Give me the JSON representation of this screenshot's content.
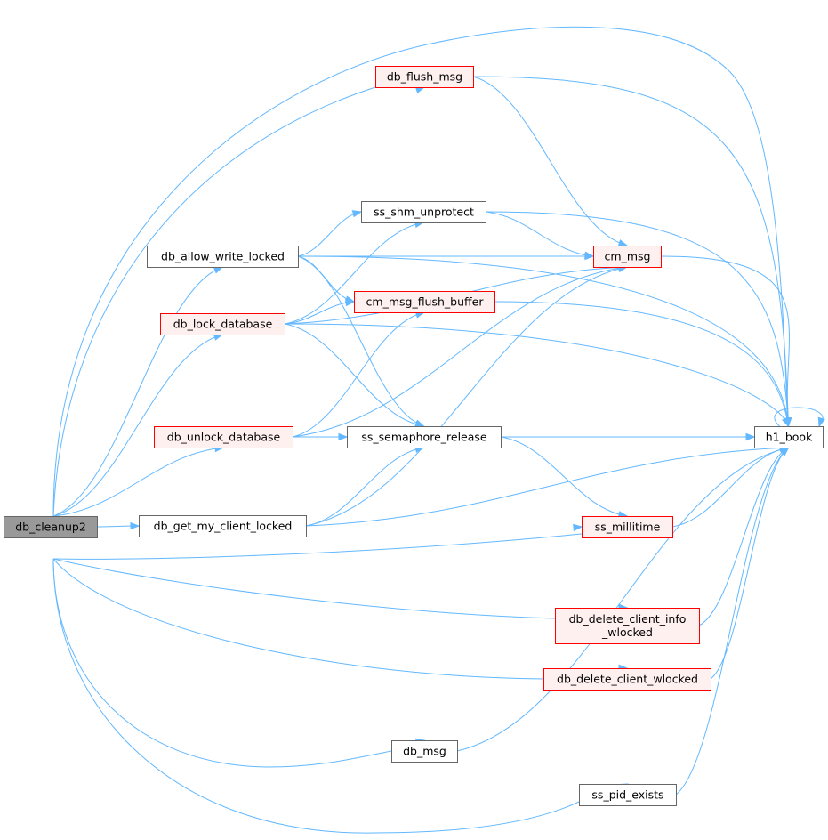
{
  "colors": {
    "edge": "#63b8ff",
    "normal_fill": "#ffffff",
    "normal_stroke": "#666666",
    "red_fill": "#fff0f0",
    "red_stroke": "#ff0000",
    "root_fill": "#999999",
    "root_stroke": "#666666"
  },
  "nodes": [
    {
      "id": "db_cleanup2",
      "lines": [
        "db_cleanup2"
      ],
      "style": "root"
    },
    {
      "id": "db_flush_msg",
      "lines": [
        "db_flush_msg"
      ],
      "style": "red"
    },
    {
      "id": "ss_shm_unprotect",
      "lines": [
        "ss_shm_unprotect"
      ],
      "style": "normal"
    },
    {
      "id": "db_allow_write_locked",
      "lines": [
        "db_allow_write_locked"
      ],
      "style": "normal"
    },
    {
      "id": "cm_msg",
      "lines": [
        "cm_msg"
      ],
      "style": "red"
    },
    {
      "id": "cm_msg_flush_buffer",
      "lines": [
        "cm_msg_flush_buffer"
      ],
      "style": "red"
    },
    {
      "id": "db_lock_database",
      "lines": [
        "db_lock_database"
      ],
      "style": "red"
    },
    {
      "id": "db_unlock_database",
      "lines": [
        "db_unlock_database"
      ],
      "style": "red"
    },
    {
      "id": "ss_semaphore_release",
      "lines": [
        "ss_semaphore_release"
      ],
      "style": "normal"
    },
    {
      "id": "h1_book",
      "lines": [
        "h1_book"
      ],
      "style": "normal"
    },
    {
      "id": "db_get_my_client_locked",
      "lines": [
        "db_get_my_client_locked"
      ],
      "style": "normal"
    },
    {
      "id": "ss_millitime",
      "lines": [
        "ss_millitime"
      ],
      "style": "red"
    },
    {
      "id": "db_delete_client_info_wlocked",
      "lines": [
        "db_delete_client_info",
        "_wlocked"
      ],
      "style": "red"
    },
    {
      "id": "db_delete_client_wlocked",
      "lines": [
        "db_delete_client_wlocked"
      ],
      "style": "red"
    },
    {
      "id": "db_msg",
      "lines": [
        "db_msg"
      ],
      "style": "normal"
    },
    {
      "id": "ss_pid_exists",
      "lines": [
        "ss_pid_exists"
      ],
      "style": "normal"
    }
  ],
  "edges": [
    {
      "from": "db_cleanup2",
      "to": "db_flush_msg"
    },
    {
      "from": "db_cleanup2",
      "to": "h1_book"
    },
    {
      "from": "db_cleanup2",
      "to": "db_allow_write_locked"
    },
    {
      "from": "db_cleanup2",
      "to": "db_lock_database"
    },
    {
      "from": "db_cleanup2",
      "to": "db_unlock_database"
    },
    {
      "from": "db_cleanup2",
      "to": "db_get_my_client_locked"
    },
    {
      "from": "db_cleanup2",
      "to": "ss_millitime"
    },
    {
      "from": "db_cleanup2",
      "to": "db_delete_client_info_wlocked"
    },
    {
      "from": "db_cleanup2",
      "to": "db_delete_client_wlocked"
    },
    {
      "from": "db_cleanup2",
      "to": "db_msg"
    },
    {
      "from": "db_cleanup2",
      "to": "ss_pid_exists"
    },
    {
      "from": "db_flush_msg",
      "to": "cm_msg"
    },
    {
      "from": "db_flush_msg",
      "to": "h1_book"
    },
    {
      "from": "db_allow_write_locked",
      "to": "ss_shm_unprotect"
    },
    {
      "from": "db_allow_write_locked",
      "to": "cm_msg"
    },
    {
      "from": "db_allow_write_locked",
      "to": "cm_msg_flush_buffer"
    },
    {
      "from": "db_allow_write_locked",
      "to": "ss_semaphore_release"
    },
    {
      "from": "db_allow_write_locked",
      "to": "h1_book"
    },
    {
      "from": "ss_shm_unprotect",
      "to": "cm_msg"
    },
    {
      "from": "ss_shm_unprotect",
      "to": "h1_book"
    },
    {
      "from": "db_lock_database",
      "to": "ss_shm_unprotect"
    },
    {
      "from": "db_lock_database",
      "to": "cm_msg"
    },
    {
      "from": "db_lock_database",
      "to": "cm_msg_flush_buffer"
    },
    {
      "from": "db_lock_database",
      "to": "ss_semaphore_release"
    },
    {
      "from": "db_lock_database",
      "to": "h1_book"
    },
    {
      "from": "db_unlock_database",
      "to": "cm_msg_flush_buffer"
    },
    {
      "from": "db_unlock_database",
      "to": "cm_msg"
    },
    {
      "from": "db_unlock_database",
      "to": "ss_semaphore_release"
    },
    {
      "from": "db_unlock_database",
      "to": "h1_book"
    },
    {
      "from": "cm_msg",
      "to": "h1_book"
    },
    {
      "from": "cm_msg_flush_buffer",
      "to": "h1_book"
    },
    {
      "from": "ss_semaphore_release",
      "to": "h1_book"
    },
    {
      "from": "ss_semaphore_release",
      "to": "ss_millitime"
    },
    {
      "from": "db_get_my_client_locked",
      "to": "ss_semaphore_release"
    },
    {
      "from": "db_get_my_client_locked",
      "to": "cm_msg"
    },
    {
      "from": "db_get_my_client_locked",
      "to": "h1_book"
    },
    {
      "from": "ss_millitime",
      "to": "h1_book"
    },
    {
      "from": "db_delete_client_info_wlocked",
      "to": "h1_book"
    },
    {
      "from": "db_delete_client_wlocked",
      "to": "h1_book"
    },
    {
      "from": "db_msg",
      "to": "h1_book"
    },
    {
      "from": "ss_pid_exists",
      "to": "h1_book"
    },
    {
      "from": "h1_book",
      "to": "h1_book"
    }
  ]
}
